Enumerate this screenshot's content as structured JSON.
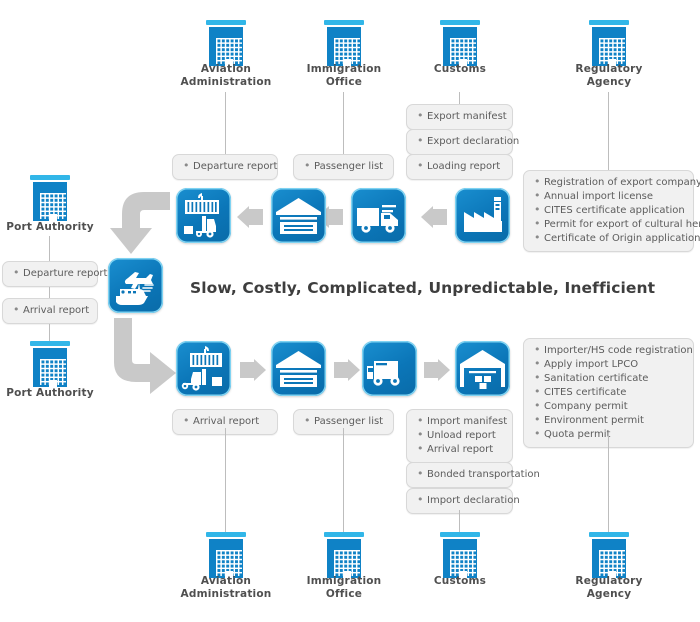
{
  "diagram": {
    "title": "Slow, Costly, Complicated, Unpredictable, Inefficient",
    "colors": {
      "node_blue": "#0b76b8",
      "node_blue_light": "#1a8fd0",
      "node_edge_cyan": "#7fd3f2",
      "building_roof": "#31b6e8",
      "building_body": "#0f82c6",
      "arrow_grey": "#c9c9c9",
      "pill_bg": "#f1f1f1",
      "pill_border": "#d8d8d8",
      "line_grey": "#bdbdbd",
      "text_dark": "#4a4a4a"
    },
    "top_agencies": [
      {
        "id": "aviation-administration",
        "label": "Aviation\nAdministration"
      },
      {
        "id": "immigration-office",
        "label": "Immigration\nOffice"
      },
      {
        "id": "customs",
        "label": "Customs"
      },
      {
        "id": "regulatory-agency",
        "label": "Regulatory\nAgency"
      }
    ],
    "bottom_agencies": [
      {
        "id": "aviation-administration",
        "label": "Aviation\nAdministration"
      },
      {
        "id": "immigration-office",
        "label": "Immigration\nOffice"
      },
      {
        "id": "customs",
        "label": "Customs"
      },
      {
        "id": "regulatory-agency",
        "label": "Regulatory\nAgency"
      }
    ],
    "left_agencies": [
      {
        "id": "port-authority-top",
        "label": "Port Authority"
      },
      {
        "id": "port-authority-bottom",
        "label": "Port Authority"
      }
    ],
    "left_documents": [
      {
        "id": "departure-report",
        "items": [
          "Departure report"
        ]
      },
      {
        "id": "arrival-report",
        "items": [
          "Arrival report"
        ]
      }
    ],
    "export_documents": [
      {
        "id": "export-departure-report",
        "items": [
          "Departure report"
        ]
      },
      {
        "id": "export-passenger-list",
        "items": [
          "Passenger list"
        ]
      },
      {
        "id": "export-manifest",
        "items": [
          "Export manifest"
        ]
      },
      {
        "id": "export-declaration",
        "items": [
          "Export declaration"
        ]
      },
      {
        "id": "export-loading-report",
        "items": [
          "Loading report"
        ]
      },
      {
        "id": "export-regulatory-list",
        "items": [
          "Registration of export company/item",
          "Annual import license",
          "CITES certificate application",
          "Permit for export of cultural heritage",
          "Certificate of Origin application"
        ]
      }
    ],
    "import_documents": [
      {
        "id": "import-arrival-report",
        "items": [
          "Arrival report"
        ]
      },
      {
        "id": "import-passenger-list",
        "items": [
          "Passenger list"
        ]
      },
      {
        "id": "import-manifest-group",
        "items": [
          "Import manifest",
          "Unload report",
          "Arrival report"
        ]
      },
      {
        "id": "import-bonded-transport",
        "items": [
          "Bonded transportation"
        ]
      },
      {
        "id": "import-declaration",
        "items": [
          "Import declaration"
        ]
      },
      {
        "id": "import-regulatory-list",
        "items": [
          "Importer/HS code registration",
          "Apply import LPCO",
          "Sanitation certificate",
          "CITES certificate",
          "Company permit",
          "Environment permit",
          "Quota permit"
        ]
      }
    ],
    "export_chain": [
      {
        "id": "export-port-loading",
        "icon": "container-forklift-icon"
      },
      {
        "id": "export-warehouse",
        "icon": "warehouse-icon"
      },
      {
        "id": "export-truck",
        "icon": "truck-icon"
      },
      {
        "id": "export-factory",
        "icon": "factory-icon"
      }
    ],
    "import_chain": [
      {
        "id": "import-port-unloading",
        "icon": "container-forklift-icon"
      },
      {
        "id": "import-warehouse",
        "icon": "warehouse-icon"
      },
      {
        "id": "import-truck",
        "icon": "truck-icon"
      },
      {
        "id": "import-storage",
        "icon": "warehouse-boxes-icon"
      }
    ],
    "hub": {
      "id": "sea-air-transport",
      "icon": "ship-plane-icon"
    }
  }
}
